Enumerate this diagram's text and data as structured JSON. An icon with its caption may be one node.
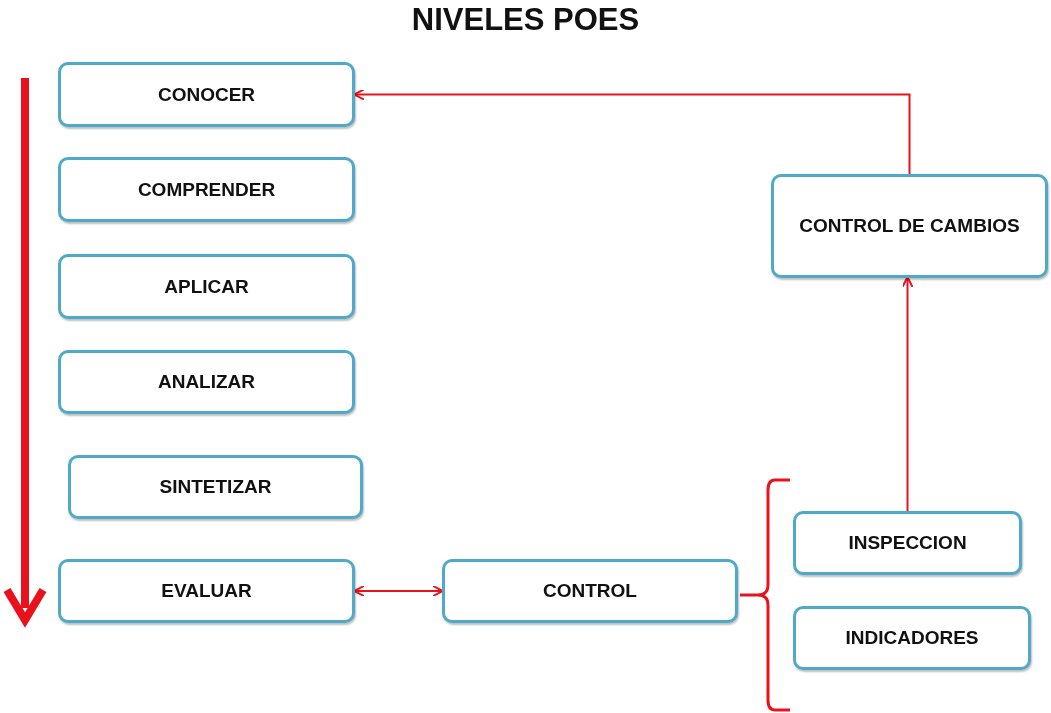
{
  "diagram": {
    "title": "NIVELES POES",
    "nodes": [
      {
        "text": [
          "CONOCER"
        ]
      },
      {
        "text": [
          "COMPRENDER"
        ]
      },
      {
        "text": [
          "APLICAR"
        ]
      },
      {
        "text": [
          "ANALIZAR"
        ]
      },
      {
        "text": [
          "SINTETIZAR"
        ]
      },
      {
        "text": [
          "EVALUAR"
        ]
      },
      {
        "text": [
          "CONTROL"
        ]
      },
      {
        "text": [
          "CONTROL DE CAMBIOS"
        ]
      },
      {
        "text": [
          "INSPECCION"
        ]
      },
      {
        "text": [
          "INDICADORES"
        ]
      }
    ],
    "edges": [
      {
        "from": 5,
        "to": 6,
        "arrow": "both"
      },
      {
        "from": 8,
        "to": 7,
        "arrow": "to"
      },
      {
        "from": 7,
        "to": 0,
        "arrow": "to"
      }
    ]
  }
}
